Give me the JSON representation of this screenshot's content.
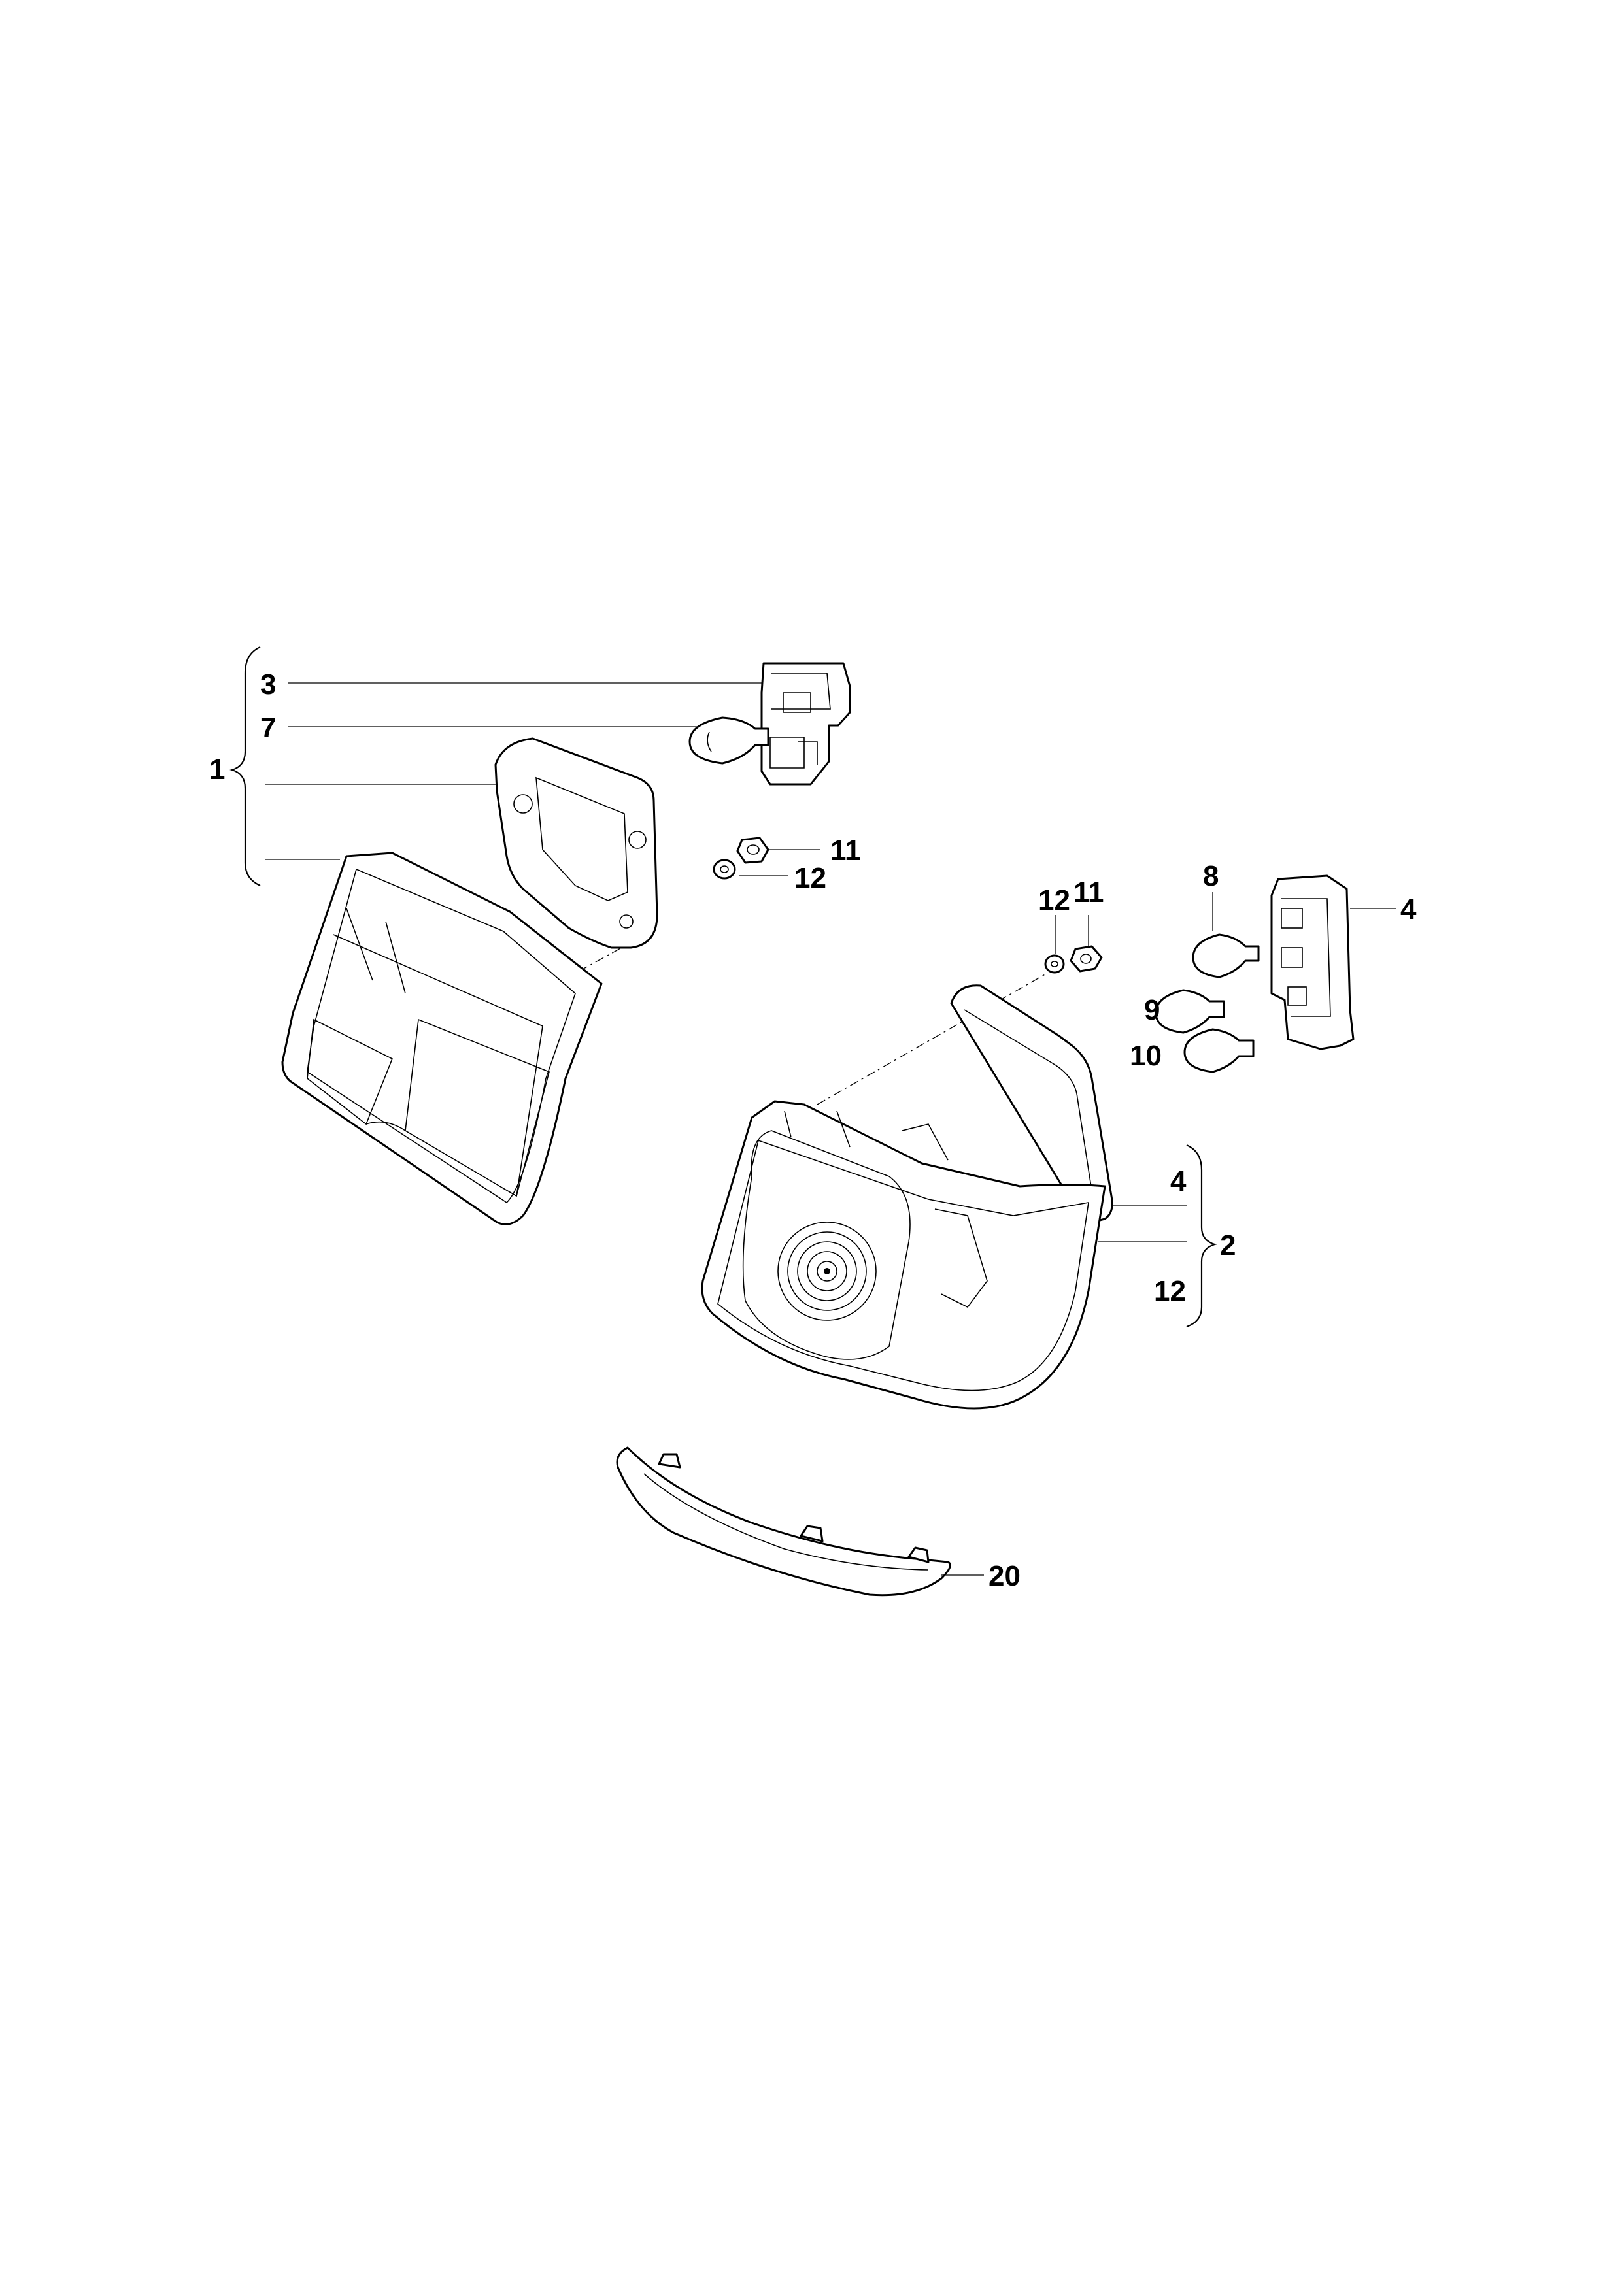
{
  "diagram": {
    "callouts": {
      "group_left": "1",
      "group_right": "2",
      "part_3": "3",
      "part_7": "7",
      "part_11_left": "11",
      "part_12_left": "12",
      "part_12_right": "12",
      "part_11_right": "11",
      "part_8": "8",
      "part_4": "4",
      "part_9": "9",
      "part_10": "10",
      "group_right_item_4": "4",
      "group_right_item_12": "12",
      "part_20": "20"
    }
  }
}
